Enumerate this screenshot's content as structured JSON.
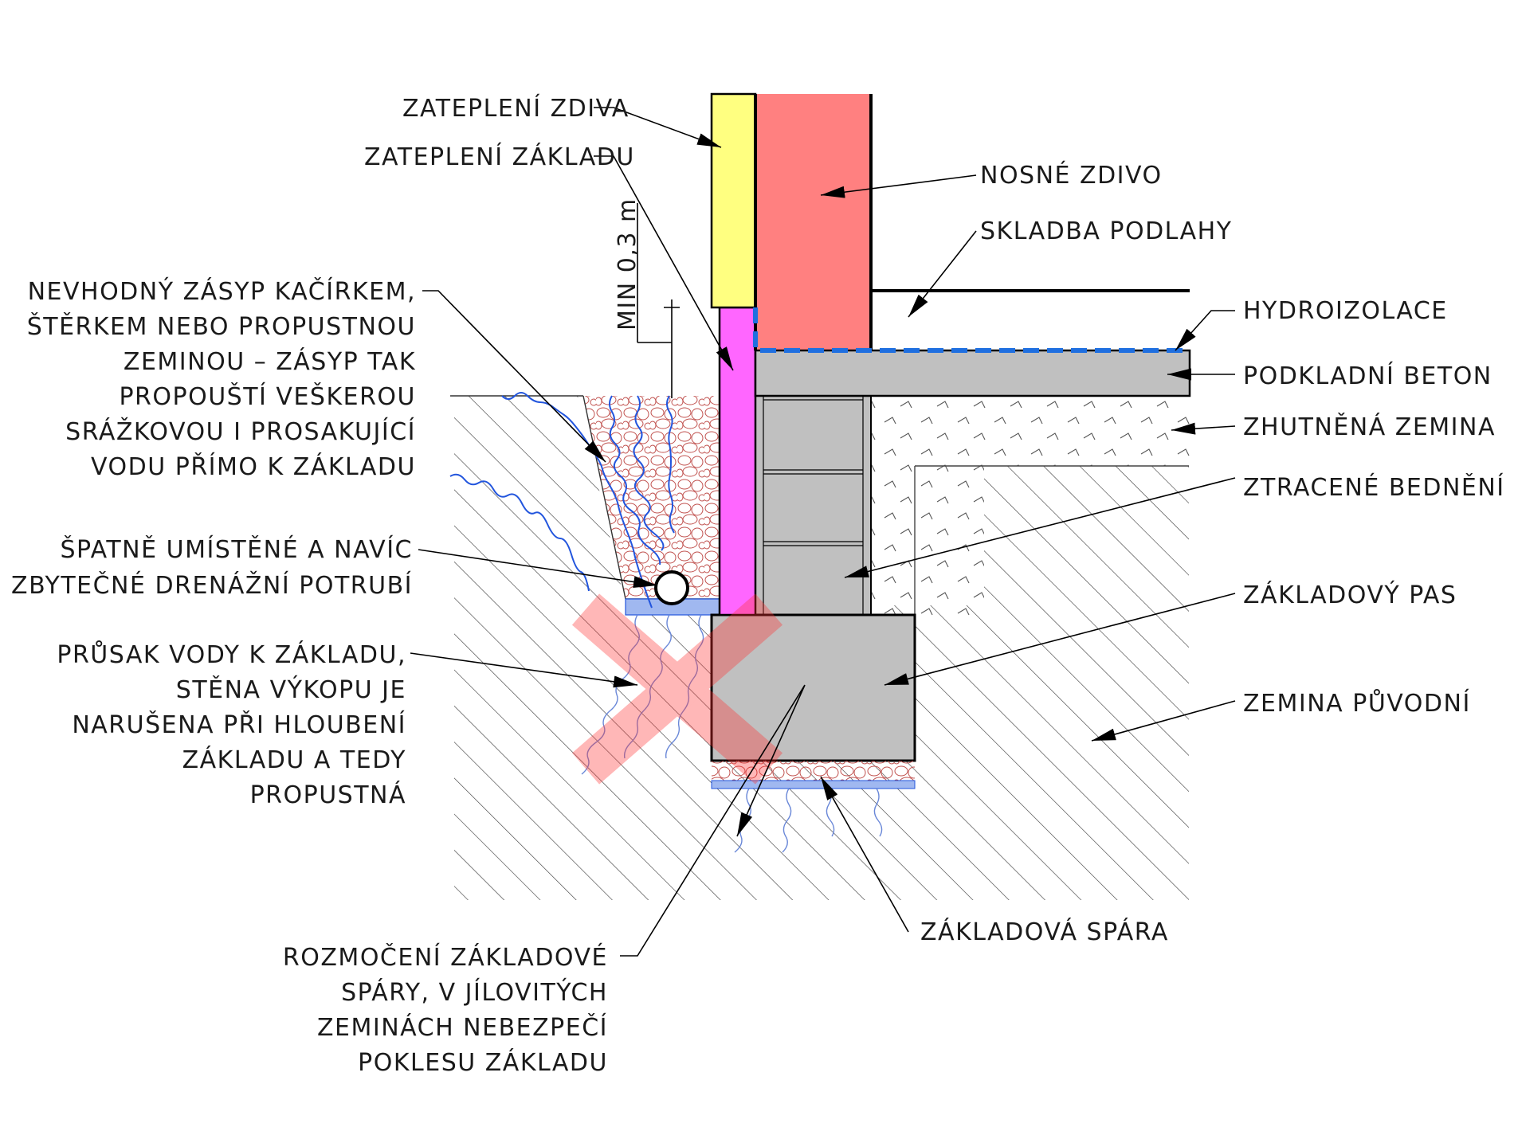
{
  "labels": {
    "zatepleni_zdiva": "ZATEPLENÍ ZDIVA",
    "zatepleni_zakladu": "ZATEPLENÍ ZÁKLADU",
    "nosne_zdivo": "NOSNÉ ZDIVO",
    "skladba_podlahy": "SKLADBA PODLAHY",
    "hydroizolace": "HYDROIZOLACE",
    "podkladni_beton": "PODKLADNÍ BETON",
    "zhutnena_zemina": "ZHUTNĚNÁ ZEMINA",
    "ztracene_bedneni": "ZTRACENÉ BEDNĚNÍ",
    "zakladovy_pas": "ZÁKLADOVÝ PAS",
    "zemina_puvodni": "ZEMINA PŮVODNÍ",
    "zakladova_spara": "ZÁKLADOVÁ SPÁRA",
    "min_height": "MIN 0,3 m"
  },
  "notes": {
    "zasyp": [
      "NEVHODNÝ ZÁSYP KAČÍRKEM,",
      "ŠTĚRKEM NEBO PROPUSTNOU",
      "ZEMINOU – ZÁSYP TAK",
      "PROPOUŠTÍ VEŠKEROU",
      "SRÁŽKOVOU I PROSAKUJÍCÍ",
      "VODU PŘÍMO K ZÁKLADU"
    ],
    "drenaz": [
      "ŠPATNĚ UMÍSTĚNÉ A NAVÍC",
      "ZBYTEČNÉ DRENÁŽNÍ POTRUBÍ"
    ],
    "prusak": [
      "PRŮSAK VODY K ZÁKLADU,",
      "STĚNA VÝKOPU JE",
      "NARUŠENA PŘI HLOUBENÍ",
      "ZÁKLADU A TEDY",
      "PROPUSTNÁ"
    ],
    "rozmoceni": [
      "ROZMOČENÍ ZÁKLADOVÉ",
      "SPÁRY, V JÍLOVITÝCH",
      "ZEMINÁCH NEBEZPEČÍ",
      "POKLESU ZÁKLADU"
    ]
  },
  "colors": {
    "insulation_wall": "#ffff80",
    "load_bearing_wall": "#ff8080",
    "foundation_insulation": "#ff66ff",
    "concrete": "#c0c0c0",
    "waterproofing": "#1f6fe0",
    "water_line": "#2255dd",
    "gravel": "#c0504d",
    "wet_layer": "#a0b8f0",
    "cross_mark": "#ff6666"
  }
}
